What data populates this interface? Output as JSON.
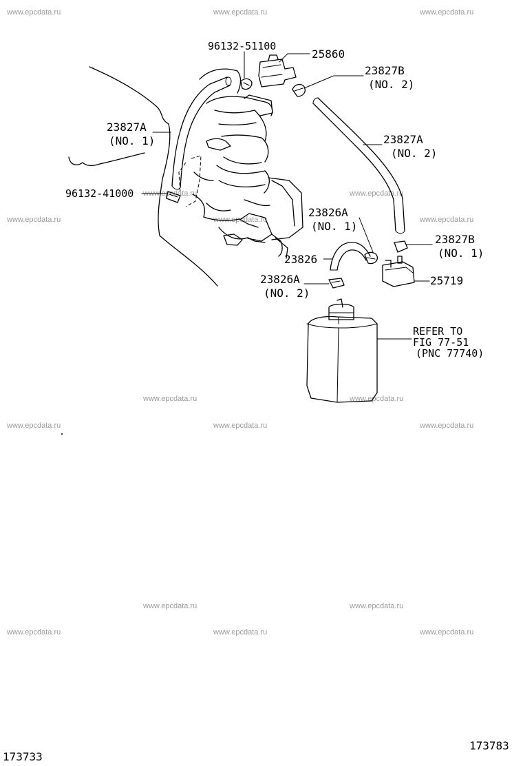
{
  "watermark": "www.epcdata.ru",
  "labels": {
    "p96132_51100": "96132-51100",
    "p25860": "25860",
    "p23827B_top": "23827B",
    "p23827B_top_no": "(NO. 2)",
    "p23827A_left": "23827A",
    "p23827A_left_no": "(NO. 1)",
    "p23827A_right": "23827A",
    "p23827A_right_no": "(NO. 2)",
    "p96132_41000": "96132-41000",
    "p23826A_no1": "23826A",
    "p23826A_no1_no": "(NO. 1)",
    "p23827B_right": "23827B",
    "p23827B_right_no": "(NO. 1)",
    "p23826": "23826",
    "p25719": "25719",
    "p23826A_no2": "23826A",
    "p23826A_no2_no": "(NO. 2)",
    "refer_1": "REFER TO",
    "refer_2": "FIG 77-51",
    "refer_3": "(PNC 77740)"
  },
  "footer": {
    "left_code": "173733",
    "right_code": "173783"
  }
}
